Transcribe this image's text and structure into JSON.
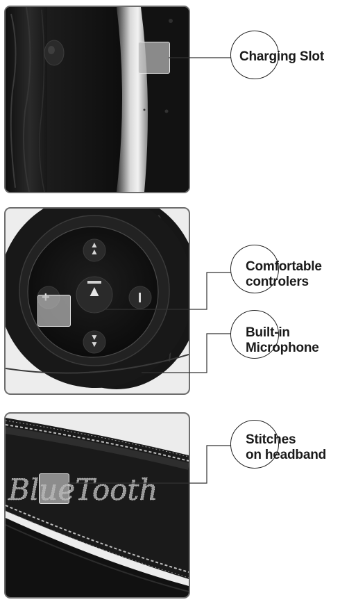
{
  "callouts": {
    "charging": {
      "line1": "Charging Slot"
    },
    "controls": {
      "line1": "Comfortable",
      "line2": "controlers"
    },
    "microphone": {
      "line1": "Built-in",
      "line2": "Microphone"
    },
    "stitches": {
      "line1": "Stitches",
      "line2": "on headband"
    }
  },
  "headband": {
    "brand_text": "BlueTooth"
  },
  "colors": {
    "panel_border": "#6e6e6e",
    "leather_dark": "#151515",
    "highlight": "#b9b9b9",
    "label_text": "#1a1a1a"
  }
}
